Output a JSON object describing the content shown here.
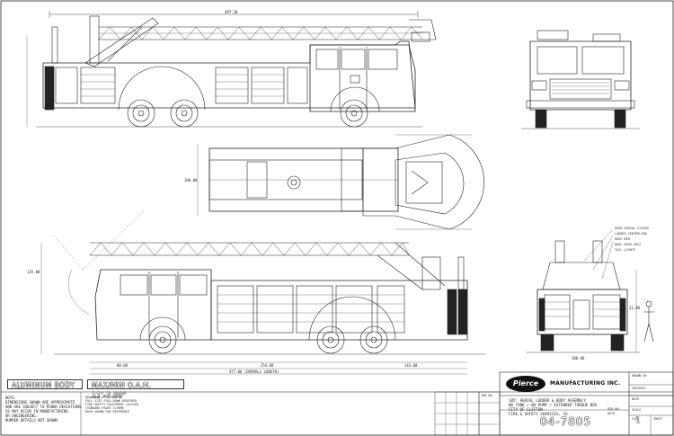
{
  "drawing": {
    "body_note": "ALUMINUM BODY",
    "height_note": "MAX/MIN O.A.H. 11'-3.00\"",
    "company": {
      "logo": "Pierce",
      "name": "MANUFACTURING INC."
    },
    "notes": {
      "heading": "NOTE:",
      "lines": [
        "DIMENSIONS SHOWN ARE APPROXIMATE",
        "AND ARE SUBJECT TO MINOR DEVIATIONS",
        "AS MAY OCCUR IN MANUFACTURING",
        "OR ENGINEERING.",
        "BUMPER DETAILS NOT SHOWN."
      ]
    },
    "spec_notes": [
      "DRAWINGS WITH AERIAL",
      "FULL SIZE FOLD-DOWN REQUIRED",
      "FIRE SAFETY EQUIPMENT LOCATED",
      "STANDARD PAINT SCHEME",
      "DASH SHOWN FOR REFERENCE"
    ],
    "title_block": {
      "description": [
        "105' AERIAL LADDER & BODY ASSEMBLY",
        "NO TANK / NO PUMP / EXTENDED TORQUE BOX",
        "CITY OF CLIFTON",
        "FIRE & SAFETY SERVICES, CO."
      ],
      "customer_meta": [
        "BID NO.",
        "DATE"
      ],
      "drawing_number": "04-7805",
      "sheet_number": "1",
      "labels": {
        "drawn": "DRAWN BY",
        "checked": "CHECKED",
        "date": "DATE",
        "scale": "SCALE",
        "job": "JOB NO.",
        "sheet": "SHEET",
        "size": "SIZE"
      }
    },
    "dimensions": {
      "side_top_length": "497.50",
      "plan_width": "100.00",
      "side_overall": "477.00 (OVERALL LENGTH)",
      "side_wheelbase": "254.00",
      "side_front": "80.00",
      "side_rear": "143.00",
      "ladder_height": "135.00",
      "rear_width": "100.00",
      "ground_clearance": "11.00"
    },
    "rear_callouts": [
      "REAR AERIAL STAIRS",
      "LADDER CENTERLINE",
      "HOSE BED",
      "DUAL REAR AXLE",
      "TAIL LIGHTS"
    ]
  }
}
